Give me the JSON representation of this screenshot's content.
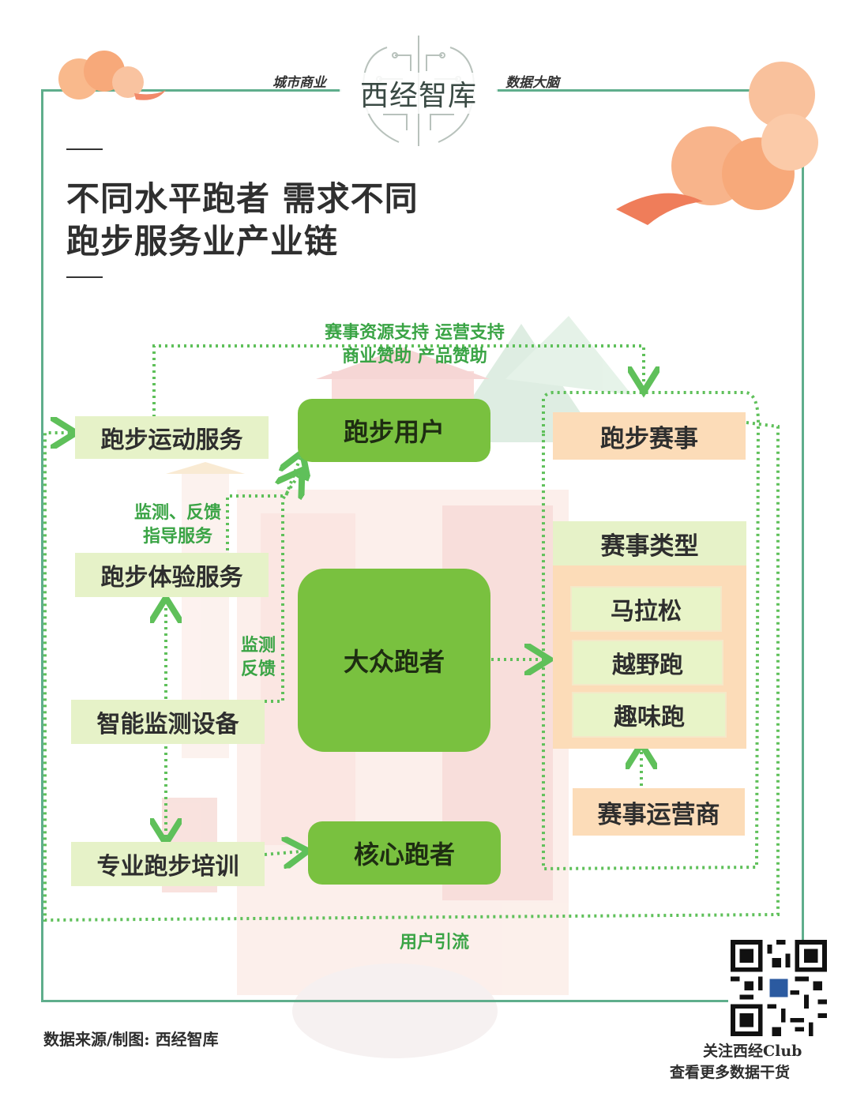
{
  "header": {
    "brand": "西经智库",
    "tag_left": "城市商业",
    "tag_right": "数据大脑"
  },
  "title": {
    "line1": "不同水平跑者 需求不同",
    "line2": "跑步服务业产业链"
  },
  "nodes": {
    "running_service": "跑步运动服务",
    "running_users": "跑步用户",
    "running_events": "跑步赛事",
    "experience_service": "跑步体验服务",
    "mass_runners": "大众跑者",
    "event_types": "赛事类型",
    "marathon": "马拉松",
    "trail_run": "越野跑",
    "fun_run": "趣味跑",
    "smart_device": "智能监测设备",
    "event_operator": "赛事运营商",
    "pro_training": "专业跑步培训",
    "core_runners": "核心跑者"
  },
  "labels": {
    "top_line1": "赛事资源支持  运营支持",
    "top_line2": "商业赞助 产品赞助",
    "monitor_guide_line1": "监测、反馈",
    "monitor_guide_line2": "指导服务",
    "monitor_line1": "监测",
    "monitor_line2": "反馈",
    "user_traffic": "用户引流"
  },
  "footer": {
    "source": "数据来源/制图:  西经智库",
    "follow_line1": "关注西经Club",
    "follow_line2": "查看更多数据干货"
  },
  "colors": {
    "accent_green": "#79c13f",
    "link_green": "#3aa445",
    "light_green": "#e6f2c8",
    "peach": "#fcdcb8",
    "frame": "#5fae8c",
    "cloud": "#f7a97a"
  },
  "icons": [
    "cloud-icon",
    "circuit-brain-icon",
    "qr-code-icon"
  ]
}
